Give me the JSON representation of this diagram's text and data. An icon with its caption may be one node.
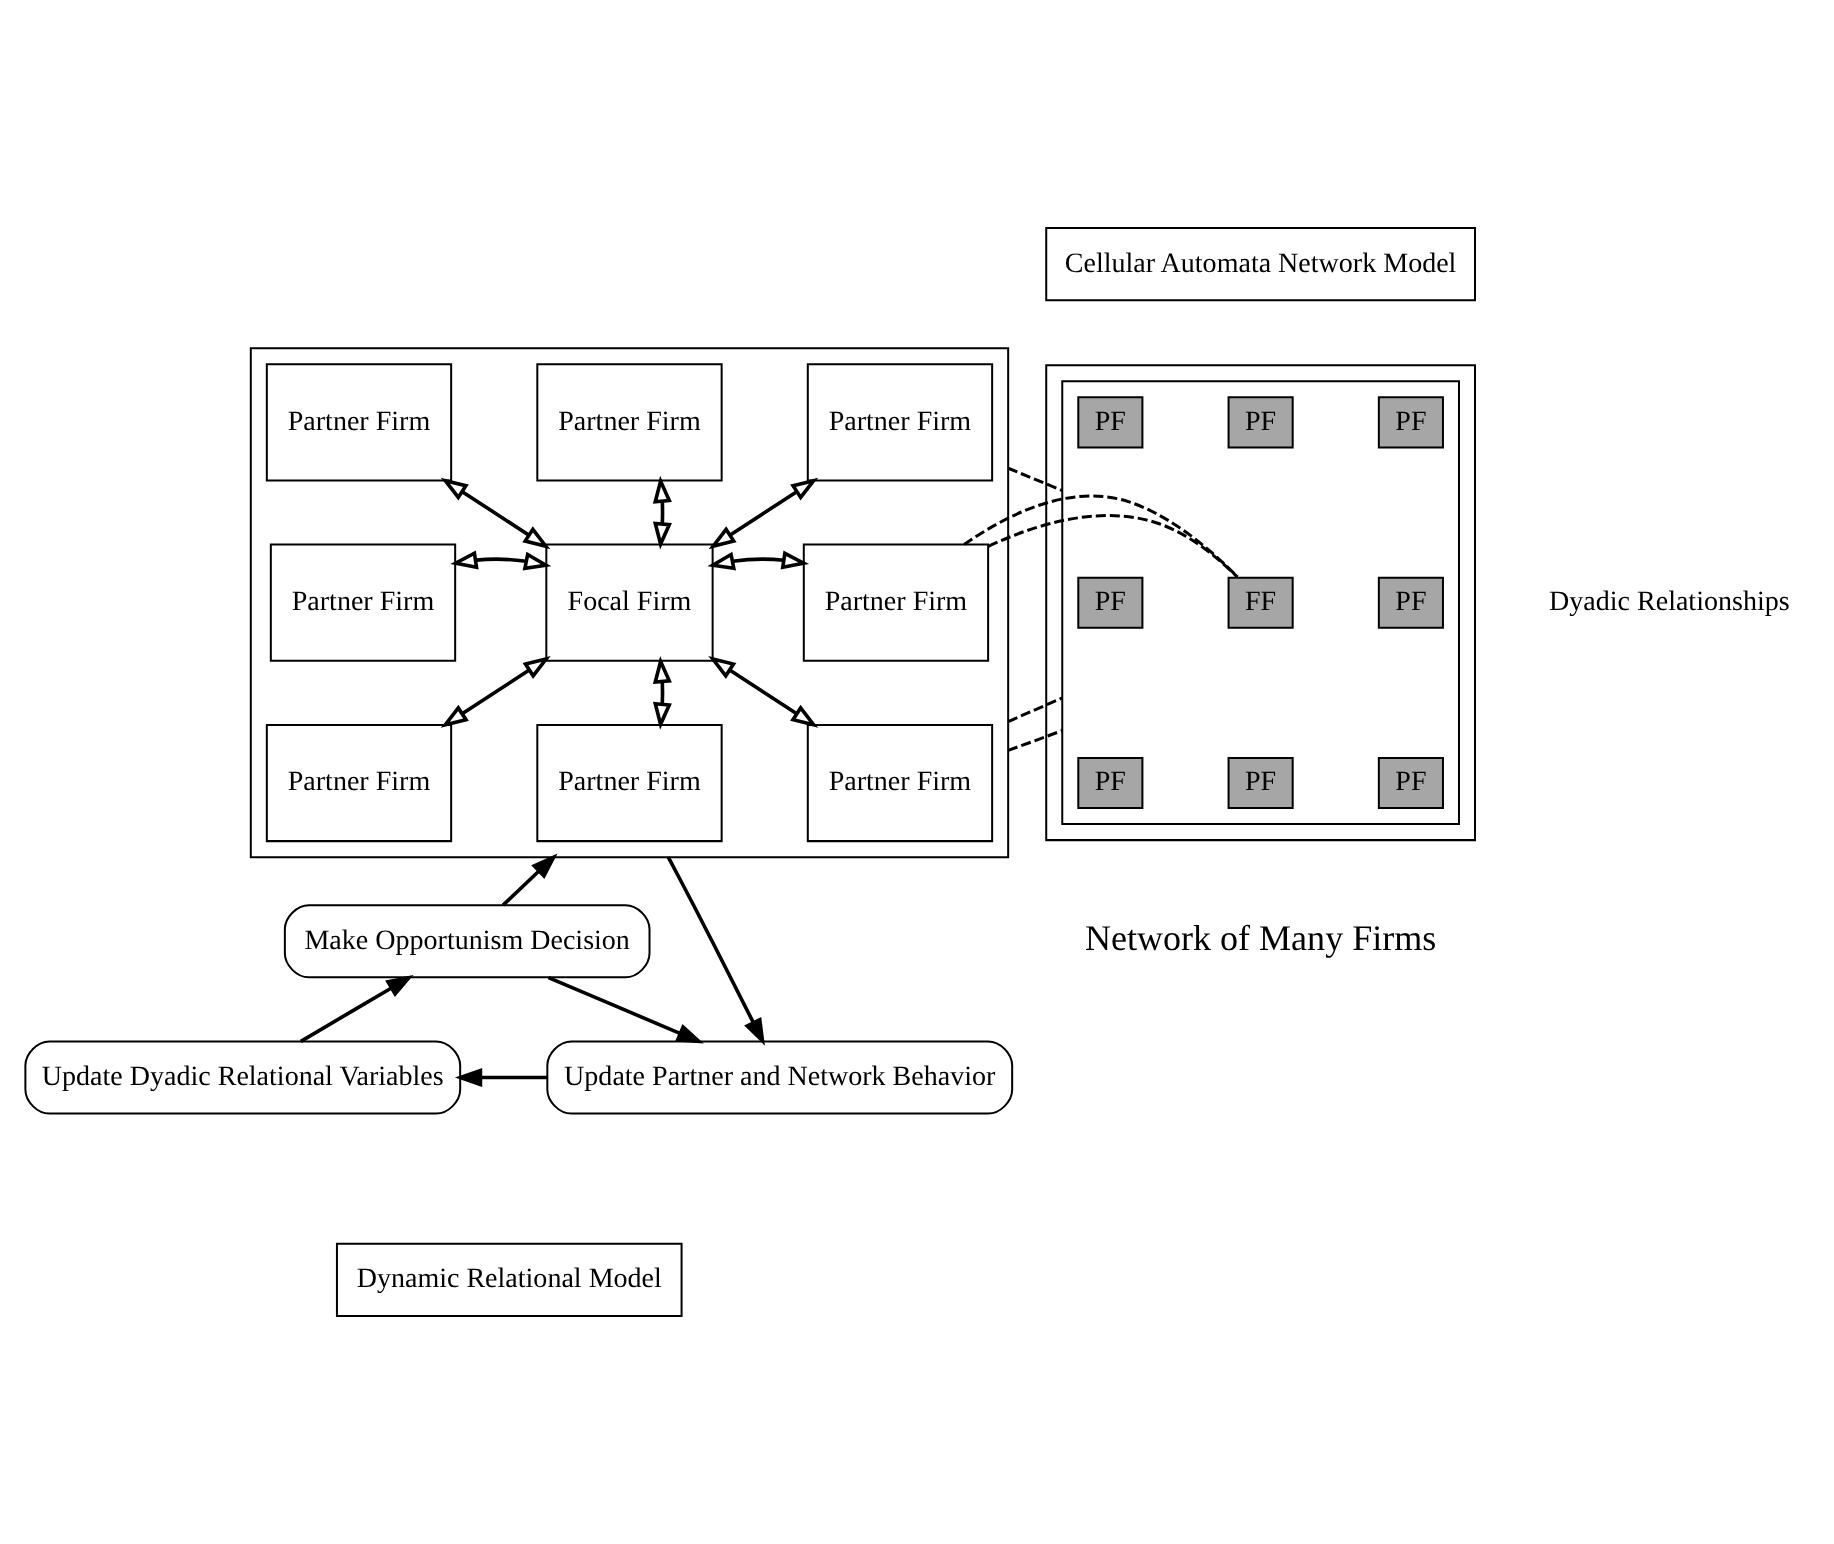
{
  "diagram": {
    "nodes": [
      {
        "text": [
          "Cellular Automata Network Model"
        ]
      },
      {
        "text": [],
        "shape": "box"
      },
      {
        "text": [
          "Partner Firm"
        ],
        "in": 1
      },
      {
        "text": [
          "Partner Firm"
        ],
        "in": 1
      },
      {
        "text": [
          "Partner Firm"
        ],
        "in": 1
      },
      {
        "text": [
          "Partner Firm"
        ],
        "in": 1
      },
      {
        "text": [
          "Focal Firm"
        ],
        "in": 1
      },
      {
        "text": [
          "Partner Firm"
        ],
        "in": 1
      },
      {
        "text": [
          "Partner Firm"
        ],
        "in": 1
      },
      {
        "text": [
          "Partner Firm"
        ],
        "in": 1
      },
      {
        "text": [
          "Partner Firm"
        ],
        "in": 1
      },
      {
        "text": [],
        "shape": "box"
      },
      {
        "text": [],
        "shape": "box",
        "in": 11
      },
      {
        "text": [
          "PF"
        ],
        "in": 12
      },
      {
        "text": [
          "PF"
        ],
        "in": 12
      },
      {
        "text": [
          "PF"
        ],
        "in": 12
      },
      {
        "text": [
          "PF"
        ],
        "in": 12
      },
      {
        "text": [
          "FF"
        ],
        "in": 12
      },
      {
        "text": [
          "PF"
        ],
        "in": 12
      },
      {
        "text": [
          "PF"
        ],
        "in": 12
      },
      {
        "text": [
          "PF"
        ],
        "in": 12
      },
      {
        "text": [
          "PF"
        ],
        "in": 12
      },
      {
        "text": [
          "Make Opportunism Decision"
        ]
      },
      {
        "text": [
          "Update Dyadic Relational Variables"
        ]
      },
      {
        "text": [
          "Update Partner and Network Behavior"
        ]
      },
      {
        "text": [
          "Dynamic Relational Model"
        ]
      }
    ],
    "edges": [
      {
        "from": 2,
        "to": 6,
        "arrow": "both"
      },
      {
        "from": 3,
        "to": 6,
        "arrow": "both"
      },
      {
        "from": 4,
        "to": 6,
        "arrow": "both"
      },
      {
        "from": 5,
        "to": 6,
        "arrow": "both"
      },
      {
        "from": 6,
        "to": 7,
        "arrow": "both"
      },
      {
        "from": 6,
        "to": 8,
        "arrow": "both"
      },
      {
        "from": 6,
        "to": 9,
        "arrow": "both"
      },
      {
        "from": 6,
        "to": 10,
        "arrow": "both"
      },
      {
        "from": 1,
        "to": 12,
        "arrow": "none",
        "style": "dashed"
      },
      {
        "from": 1,
        "to": 12,
        "arrow": "none",
        "style": "dashed"
      },
      {
        "from": 1,
        "to": 12,
        "arrow": "none",
        "style": "dashed"
      },
      {
        "from": 1,
        "to": 12,
        "arrow": "none",
        "style": "dashed"
      },
      {
        "from": 22,
        "to": 1,
        "arrow": "to"
      },
      {
        "from": 1,
        "to": 24,
        "arrow": "to"
      },
      {
        "from": 22,
        "to": 24,
        "arrow": "to"
      },
      {
        "from": 24,
        "to": 23,
        "arrow": "to"
      },
      {
        "from": 23,
        "to": 22,
        "arrow": "to"
      }
    ],
    "labels": [
      "Network of Many Firms"
    ],
    "legend": [
      {
        "text": "Dyadic Relationships"
      }
    ]
  }
}
